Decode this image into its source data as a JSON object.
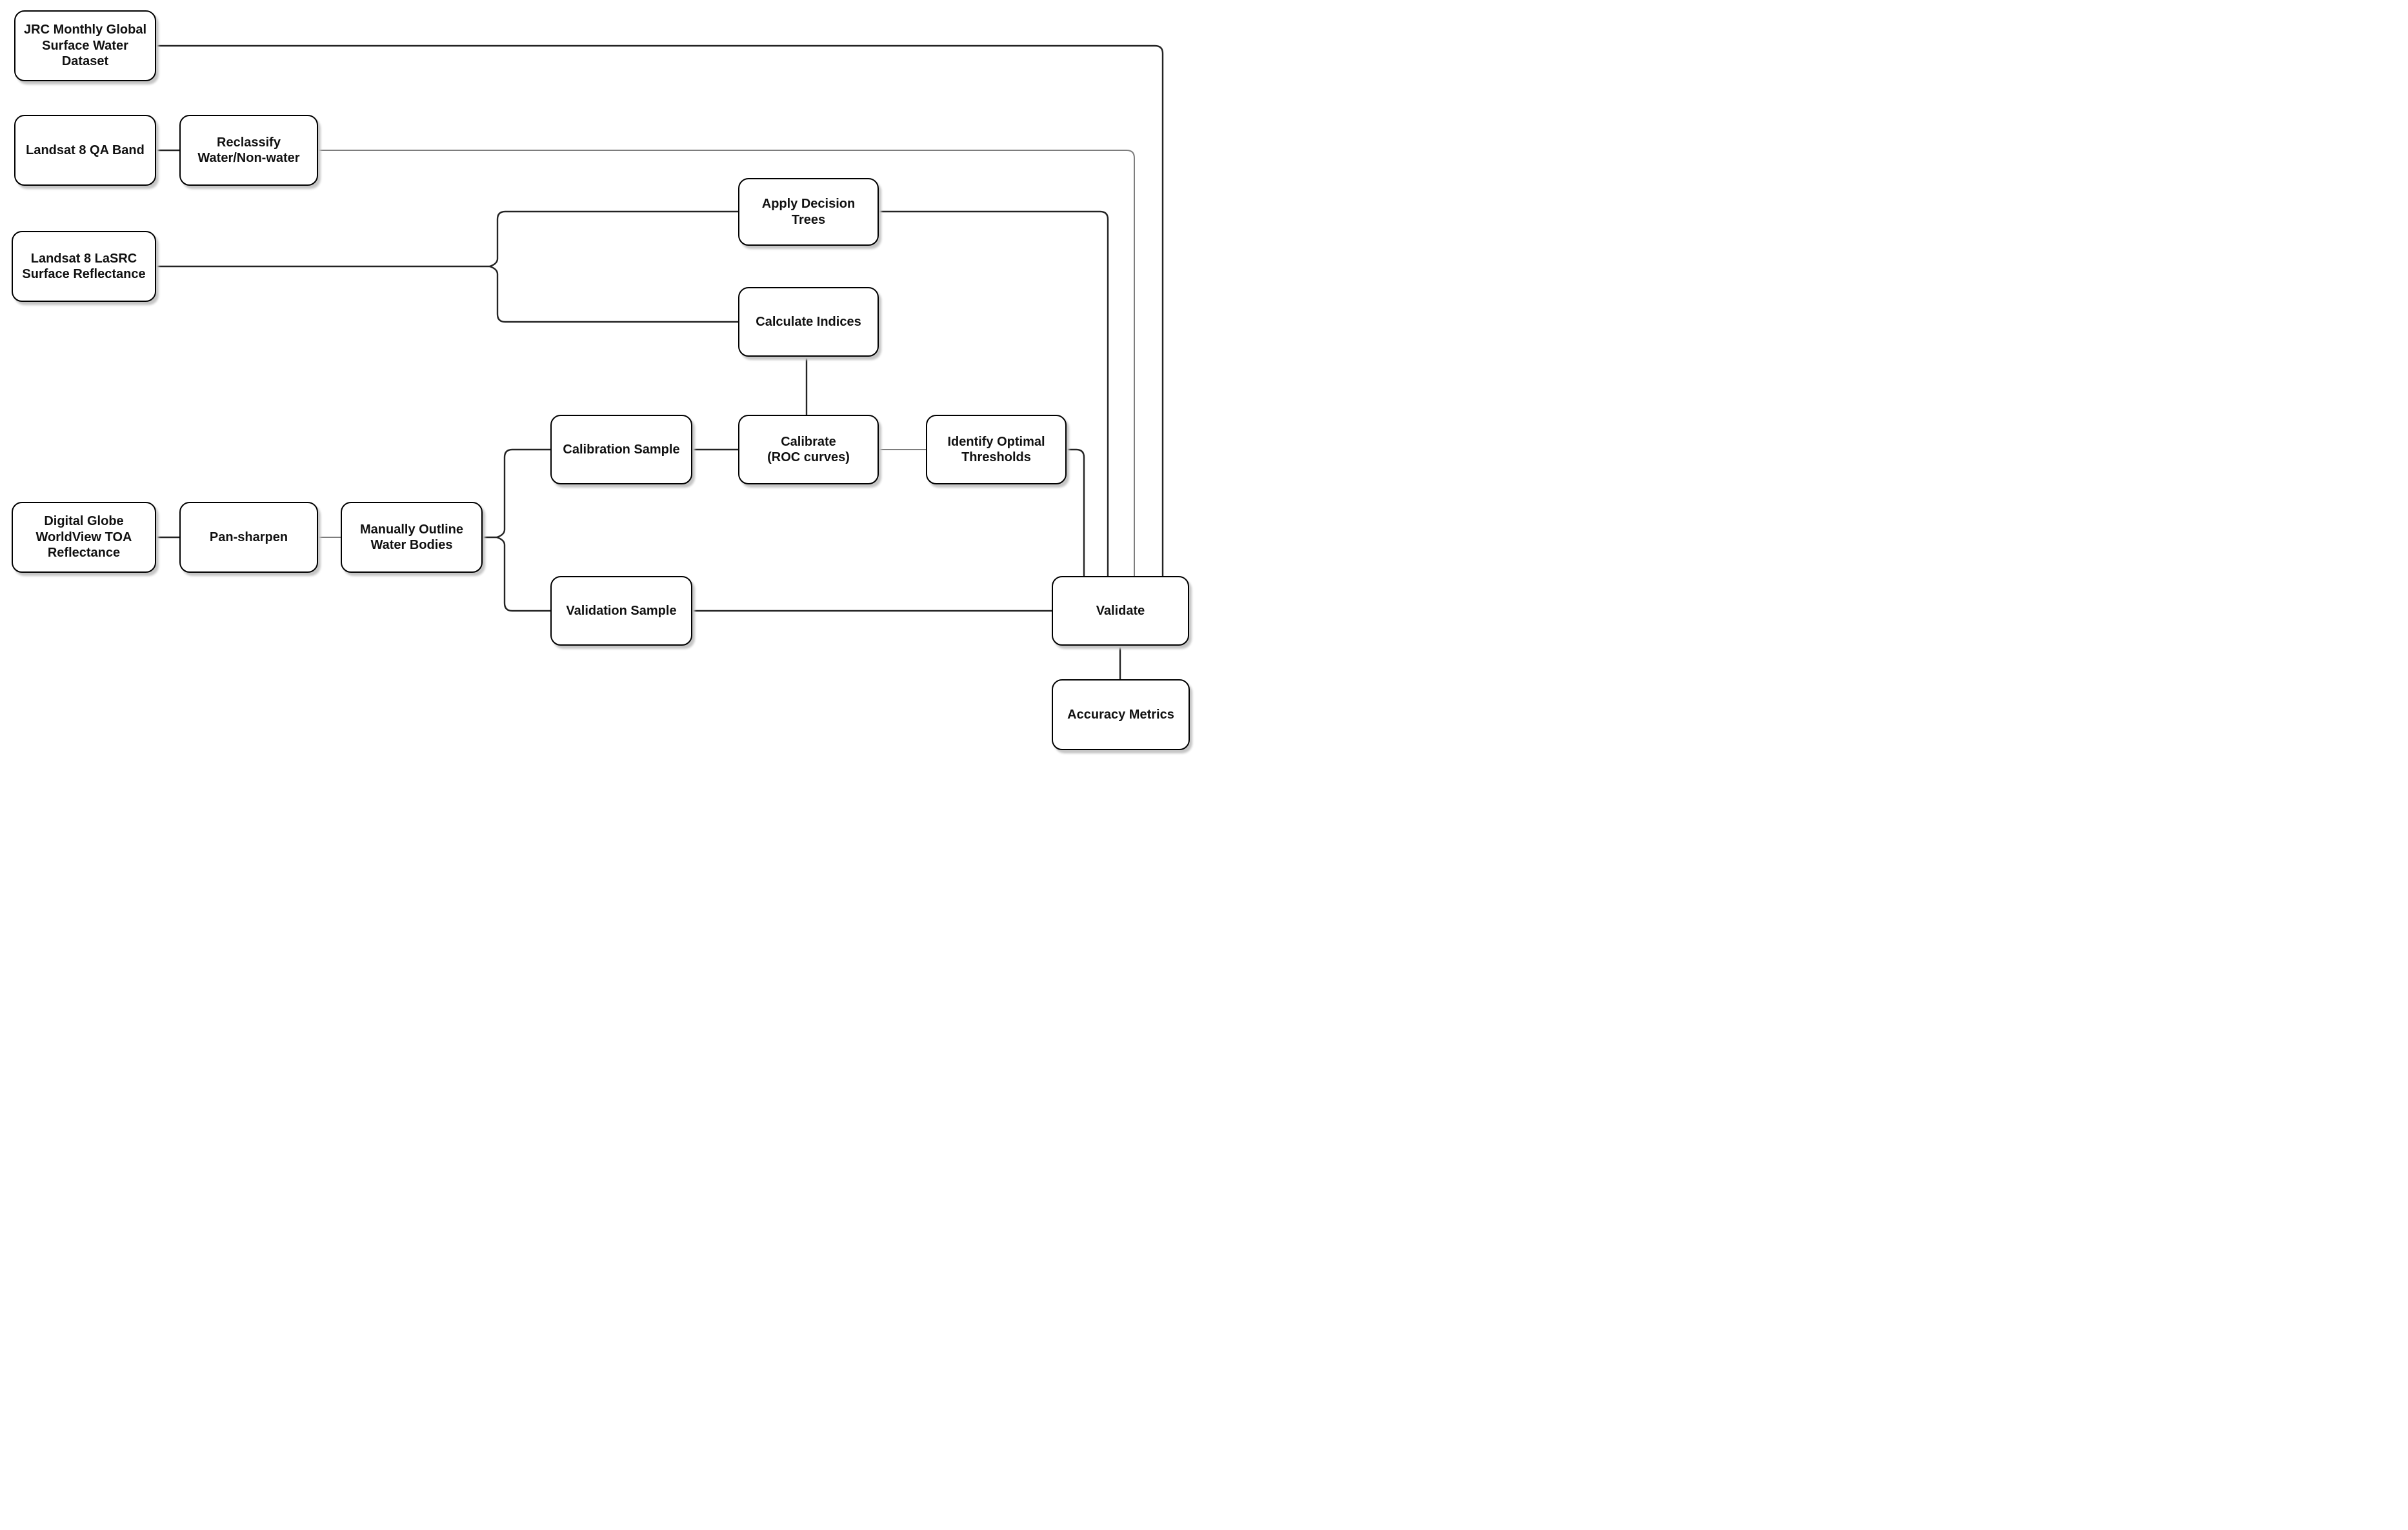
{
  "diagram": {
    "title": "Surface water classification workflow flowchart",
    "colors": {
      "background": "#ffffff",
      "node_fill": "#ffffff",
      "node_border": "#000000",
      "node_shadow": "#c6c6c6",
      "edge_line": "#232323",
      "edge_line_light": "#7d7d7d",
      "text": "#111111"
    },
    "nodes": {
      "jrc": {
        "label": "JRC Monthly Global\nSurface Water\nDataset"
      },
      "landsat_qa": {
        "label": "Landsat 8 QA Band"
      },
      "reclassify": {
        "label": "Reclassify\nWater/Non-water"
      },
      "lasrc": {
        "label": "Landsat 8 LaSRC\nSurface Reflectance"
      },
      "apply_trees": {
        "label": "Apply Decision\nTrees"
      },
      "calc_indices": {
        "label": "Calculate Indices"
      },
      "calib_sample": {
        "label": "Calibration Sample"
      },
      "calibrate": {
        "label": "Calibrate\n(ROC curves)"
      },
      "optimal_thresholds": {
        "label": "Identify Optimal\nThresholds"
      },
      "digital_globe": {
        "label": "Digital Globe\nWorldView TOA\nReflectance"
      },
      "pan_sharpen": {
        "label": "Pan-sharpen"
      },
      "manual_outline": {
        "label": "Manually Outline\nWater Bodies"
      },
      "val_sample": {
        "label": "Validation Sample"
      },
      "validate": {
        "label": "Validate"
      },
      "accuracy": {
        "label": "Accuracy Metrics"
      }
    },
    "edges": [
      {
        "from": "jrc",
        "to": "validate"
      },
      {
        "from": "landsat_qa",
        "to": "reclassify"
      },
      {
        "from": "reclassify",
        "to": "validate"
      },
      {
        "from": "lasrc",
        "to": "apply_trees"
      },
      {
        "from": "lasrc",
        "to": "calc_indices"
      },
      {
        "from": "apply_trees",
        "to": "validate"
      },
      {
        "from": "calc_indices",
        "to": "calibrate"
      },
      {
        "from": "calib_sample",
        "to": "calibrate"
      },
      {
        "from": "calibrate",
        "to": "optimal_thresholds"
      },
      {
        "from": "optimal_thresholds",
        "to": "validate"
      },
      {
        "from": "digital_globe",
        "to": "pan_sharpen"
      },
      {
        "from": "pan_sharpen",
        "to": "manual_outline"
      },
      {
        "from": "manual_outline",
        "to": "calib_sample"
      },
      {
        "from": "manual_outline",
        "to": "val_sample"
      },
      {
        "from": "val_sample",
        "to": "validate"
      },
      {
        "from": "validate",
        "to": "accuracy"
      }
    ]
  }
}
